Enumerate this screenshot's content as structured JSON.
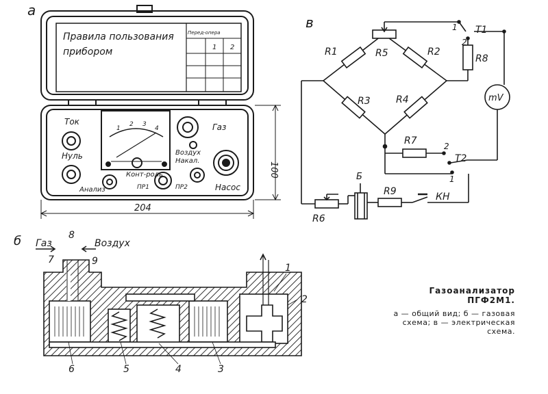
{
  "colors": {
    "ink": "#1a1a1a",
    "paper": "#ffffff",
    "hatch": "#333333"
  },
  "panel_a": {
    "marker": "а",
    "lid_text_line1": "Правила пользования",
    "lid_text_line2": "прибором",
    "table_header": "Перед-опера",
    "table_col1": "1",
    "table_col2": "2",
    "label_tok": "Ток",
    "label_nul": "Нуль",
    "label_analiz": "Анализ",
    "label_gaz": "Газ",
    "label_vozduh": "Воздух",
    "label_nakal": "Накал.",
    "label_kontrol": "Конт-роль",
    "label_pr1": "ПР1",
    "label_pr2": "ПР2",
    "label_nasos": "Насос",
    "meter_ticks": [
      "1",
      "2",
      "3",
      "4"
    ],
    "dim_height": "100",
    "dim_width": "204"
  },
  "panel_b": {
    "marker": "б",
    "label_gaz": "Газ",
    "label_vozduh": "Воздух",
    "numbers": {
      "n1": "1",
      "n2": "2",
      "n3": "3",
      "n4": "4",
      "n5": "5",
      "n6": "6",
      "n7": "7",
      "n8": "8",
      "n9": "9"
    }
  },
  "panel_v": {
    "marker": "в",
    "resistors": {
      "r1": "R1",
      "r2": "R2",
      "r3": "R3",
      "r4": "R4",
      "r5": "R5",
      "r6": "R6",
      "r7": "R7",
      "r8": "R8",
      "r9": "R9"
    },
    "t1": "T1",
    "t2": "T2",
    "kn": "КН",
    "battery": "Б",
    "meter": "mV",
    "sw_1a": "1",
    "sw_2a": "2",
    "sw_1b": "1",
    "sw_2b": "2"
  },
  "caption": {
    "title_line1": "Газоанализатор",
    "title_line2": "ПГФ2М1.",
    "desc_line1": "а — общий вид; б — газовая",
    "desc_line2": "схема; в — электрическая",
    "desc_line3": "схема."
  }
}
